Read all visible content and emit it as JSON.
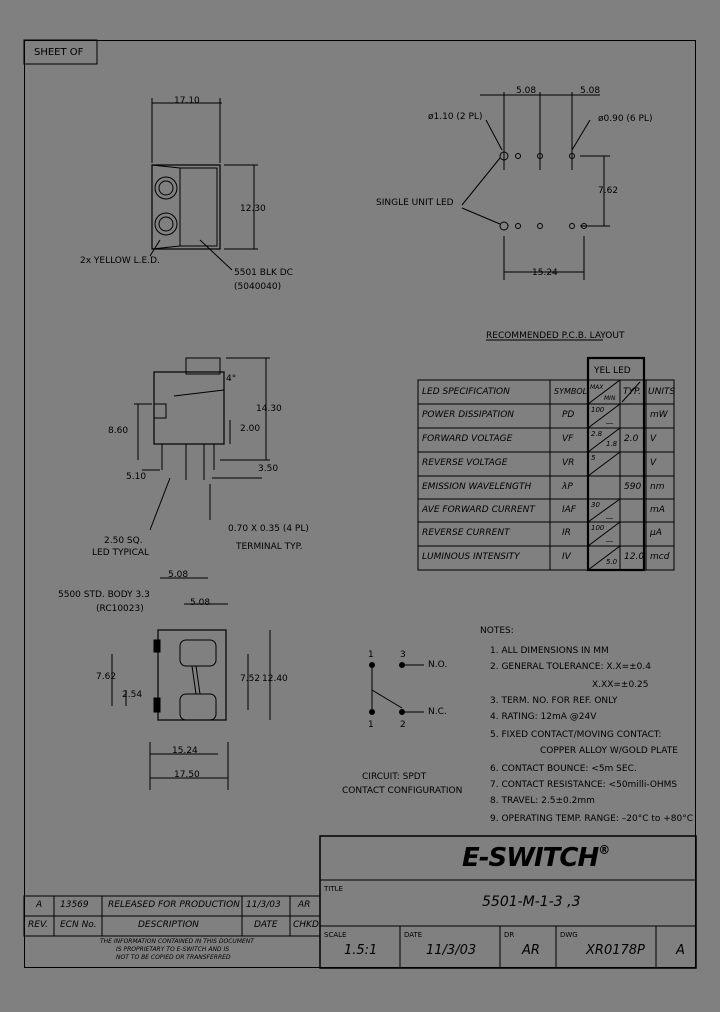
{
  "sheet_box": "SHEET   OF",
  "top_view": {
    "width_dim": "17.10",
    "height_dim": "12.30",
    "led_label": "2x YELLOW L.E.D.",
    "body_label": "5501 BLK DC",
    "body_part": "(5040040)"
  },
  "pcb_view": {
    "dim_left": "5.08",
    "dim_right": "5.08",
    "hole_large": "ø1.10 (2 PL)",
    "hole_small": "ø0.90 (6 PL)",
    "pitch_v": "7.62",
    "pitch_h": "15.24",
    "led_label": "SINGLE UNIT LED",
    "title": "RECOMMENDED P.C.B. LAYOUT"
  },
  "side_view": {
    "angle": "4°",
    "h1": "14.30",
    "h2": "8.60",
    "h3": "2.00",
    "w1": "5.10",
    "w2": "3.50",
    "led_size": "2.50 SQ.",
    "led_typ": "LED TYPICAL",
    "terminal": "0.70 X 0.35 (4 PL)",
    "terminal_typ": "TERMINAL TYP."
  },
  "spec_table": {
    "header_col": "YEL LED",
    "headers": [
      "LED SPECIFICATION",
      "SYMBOL",
      "MAX",
      "MIN",
      "TYP.",
      "UNITS"
    ],
    "rows": [
      {
        "spec": "POWER DISSIPATION",
        "symbol": "PD",
        "max": "100",
        "min": "__",
        "typ": "",
        "units": "mW"
      },
      {
        "spec": "FORWARD VOLTAGE",
        "symbol": "VF",
        "max": "2.8",
        "min": "1.8",
        "typ": "2.0",
        "units": "V"
      },
      {
        "spec": "REVERSE VOLTAGE",
        "symbol": "VR",
        "max": "5",
        "min": "",
        "typ": "",
        "units": "V"
      },
      {
        "spec": "EMISSION WAVELENGTH",
        "symbol": "λP",
        "max": "",
        "min": "",
        "typ": "590",
        "units": "nm"
      },
      {
        "spec": "AVE FORWARD CURRENT",
        "symbol": "IAF",
        "max": "30",
        "min": "__",
        "typ": "",
        "units": "mA"
      },
      {
        "spec": "REVERSE CURRENT",
        "symbol": "IR",
        "max": "100",
        "min": "__",
        "typ": "",
        "units": "μA"
      },
      {
        "spec": "LUMINOUS INTENSITY",
        "symbol": "IV",
        "max": "",
        "min": "5.0",
        "typ": "12.0",
        "units": "mcd"
      }
    ]
  },
  "bottom_view": {
    "body_label": "5500 STD. BODY 3.3",
    "body_part": "(RC10023)",
    "d1": "5.08",
    "d2": "5.08",
    "d3": "7.62",
    "d4": "2.54",
    "d5": "7.52",
    "d6": "12.40",
    "w1": "15.24",
    "w2": "17.50"
  },
  "circuit": {
    "pin1": "1",
    "pin2": "2",
    "pin3": "3",
    "no": "N.O.",
    "nc": "N.C.",
    "caption1": "CIRCUIT: SPDT",
    "caption2": "CONTACT CONFIGURATION"
  },
  "notes": {
    "title": "NOTES:",
    "items": [
      "1. ALL DIMENSIONS IN MM",
      "2. GENERAL TOLERANCE: X.X=±0.4",
      "X.XX=±0.25",
      "3. TERM. NO. FOR REF. ONLY",
      "4. RATING: 12mA @24V",
      "5. FIXED CONTACT/MOVING CONTACT:",
      "COPPER ALLOY W/GOLD PLATE",
      "6. CONTACT BOUNCE: <5m SEC.",
      "7. CONTACT RESISTANCE: <50milli-OHMS",
      "8. TRAVEL: 2.5±0.2mm",
      "9. OPERATING TEMP. RANGE: –20°C to +80°C"
    ]
  },
  "title_block": {
    "logo": "E-SWITCH",
    "logo_mark": "®",
    "title_label": "TITLE",
    "title_value": "5501-M-1-3 ,3",
    "scale_label": "SCALE",
    "scale_value": "1.5:1",
    "date_label": "DATE",
    "date_value": "11/3/03",
    "dr_label": "DR",
    "dr_value": "AR",
    "dwg_label": "DWG",
    "dwg_value": "XR0178P",
    "rev_value": "A"
  },
  "revision": {
    "row": {
      "rev": "A",
      "ecn": "13569",
      "desc": "RELEASED FOR PRODUCTION",
      "date": "11/3/03",
      "by": "AR"
    },
    "headers": {
      "rev": "REV.",
      "ecn": "ECN No.",
      "desc": "DESCRIPTION",
      "date": "DATE",
      "by": "CHKD"
    },
    "disclaimer1": "THE INFORMATION CONTAINED IN THIS DOCUMENT",
    "disclaimer2": "IS PROPRIETARY TO E-SWITCH AND IS",
    "disclaimer3": "NOT TO BE COPIED OR TRANSFERRED"
  }
}
